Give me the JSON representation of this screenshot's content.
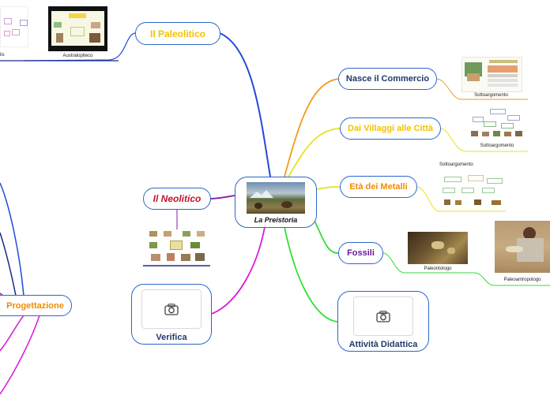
{
  "central": {
    "label": "La Preistoria"
  },
  "nodes": {
    "paleolitico": {
      "label": "Il Paleolitico",
      "color": "#f2c200"
    },
    "neolitico": {
      "label": "Il Neolitico",
      "color": "#c4142b"
    },
    "verifica": {
      "label": "Verifica",
      "color": "#1f3a6b"
    },
    "commercio": {
      "label": "Nasce il Commercio",
      "color": "#1f3a6b"
    },
    "villaggi": {
      "label": "Dai Villaggi alle Città",
      "color": "#f2c200"
    },
    "metalli": {
      "label": "Età dei Metalli",
      "color": "#f28c00"
    },
    "fossili": {
      "label": "Fossili",
      "color": "#6a1b9a"
    },
    "attivita": {
      "label": "Attività Didattica",
      "color": "#1f3a6b"
    },
    "progettazione": {
      "label": "Progettazione",
      "color": "#f28c00"
    }
  },
  "captions": {
    "australopiteco": "Australopiteco",
    "partial_left": "lis",
    "commercio_sub": "Sottoargomento",
    "villaggi_sub": "Sottoargomento",
    "metalli_sub": "Sottoargomento",
    "paleontologo": "Paleontologo",
    "paleoantropologo": "Paleoantropologo"
  },
  "colors": {
    "node_border": "#2a66c9",
    "link_blue": "#2149d8",
    "link_orange": "#f29a1a",
    "link_yellow": "#e9e21a",
    "link_green": "#33dd33",
    "link_purple": "#8a1aa8",
    "link_magenta": "#d81ad8",
    "link_navy": "#1a2a88"
  },
  "icons": {
    "camera": "camera-icon"
  }
}
